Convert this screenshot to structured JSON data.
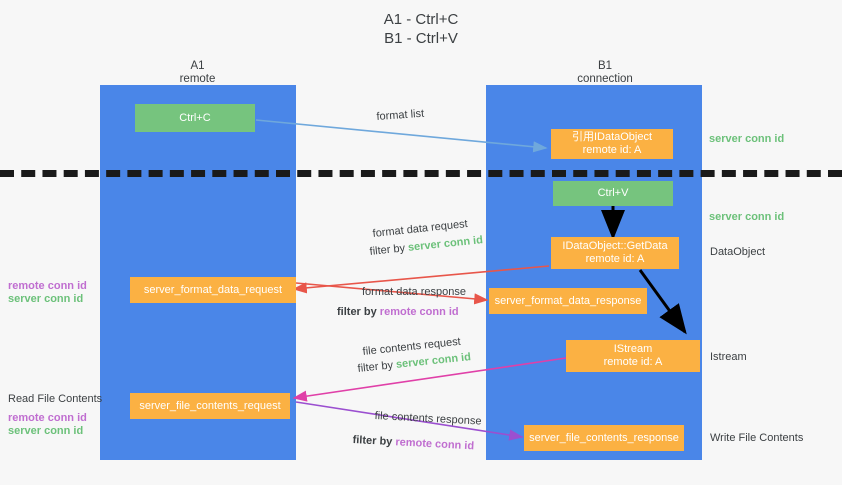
{
  "title": {
    "line1": "A1 - Ctrl+C",
    "line2": "B1 - Ctrl+V"
  },
  "columns": [
    {
      "name": "A1",
      "sub": "remote"
    },
    {
      "name": "B1",
      "sub": "connection"
    }
  ],
  "nodes": {
    "ctrl_c": {
      "label": "Ctrl+C",
      "color": "#76c47e"
    },
    "idataobject_create": {
      "label": "引用IDataObject",
      "sub": "remote id: A",
      "color": "#fbb143"
    },
    "ctrl_v": {
      "label": "Ctrl+V",
      "color": "#76c47e"
    },
    "getdata": {
      "label": "IDataObject::GetData",
      "sub": "remote id: A",
      "color": "#fbb143"
    },
    "server_format_data_request": {
      "label": "server_format_data_request",
      "color": "#fbb143"
    },
    "server_format_data_response": {
      "label": "server_format_data_response",
      "color": "#fbb143"
    },
    "istream": {
      "label": "IStream",
      "sub": "remote id: A",
      "color": "#fbb143"
    },
    "server_file_contents_request": {
      "label": "server_file_contents_request",
      "color": "#fbb143"
    },
    "server_file_contents_response": {
      "label": "server_file_contents_response",
      "color": "#fbb143"
    }
  },
  "edge_labels": {
    "format_list": "format list",
    "format_data_request": "format data request",
    "format_data_request_filter_prefix": "filter by ",
    "format_data_request_filter_value": "server conn id",
    "format_data_response": "format data response",
    "format_data_response_filter_prefix": "filter by ",
    "format_data_response_filter_value": "remote conn id",
    "file_contents_request": "file contents request",
    "file_contents_request_filter_prefix": "filter by ",
    "file_contents_request_filter_value": "server conn id",
    "file_contents_response": "file contents response",
    "file_contents_response_filter_prefix": "filter by ",
    "file_contents_response_filter_value": "remote conn id"
  },
  "right_labels": {
    "server_conn_id_top": "server conn id",
    "server_conn_id_mid": "server conn id",
    "dataobject": "DataObject",
    "istream": "Istream",
    "write_file_contents": "Write File Contents"
  },
  "left_labels": {
    "remote_conn_id_1": "remote conn id",
    "server_conn_id_1": "server conn id",
    "read_file_contents": "Read File Contents",
    "remote_conn_id_2": "remote conn id",
    "server_conn_id_2": "server conn id"
  },
  "colors": {
    "lane": "#4a86e8",
    "green": "#76c47e",
    "orange": "#fbb143",
    "green_text": "#6cc17a",
    "purple_text": "#c06ed0",
    "arrow_blue": "#6fa8dc",
    "arrow_red": "#e8564a",
    "arrow_pink": "#e040a8",
    "arrow_purple": "#9b4fd0",
    "arrow_black": "#000000",
    "background": "#f7f7f7"
  }
}
